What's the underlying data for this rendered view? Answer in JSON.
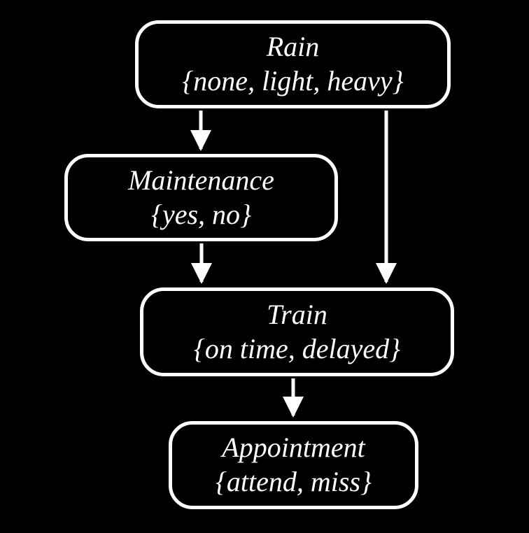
{
  "diagram": {
    "type": "bayesian-network",
    "colors": {
      "background": "#000000",
      "node_border": "#ffffff",
      "text": "#ffffff",
      "arrow": "#ffffff"
    },
    "nodes": {
      "rain": {
        "label": "Rain",
        "values": "{none, light, heavy}"
      },
      "maintenance": {
        "label": "Maintenance",
        "values": "{yes, no}"
      },
      "train": {
        "label": "Train",
        "values": "{on time, delayed}"
      },
      "appointment": {
        "label": "Appointment",
        "values": "{attend, miss}"
      }
    },
    "edges": [
      {
        "from": "Rain",
        "to": "Maintenance"
      },
      {
        "from": "Rain",
        "to": "Train"
      },
      {
        "from": "Maintenance",
        "to": "Train"
      },
      {
        "from": "Train",
        "to": "Appointment"
      }
    ]
  }
}
